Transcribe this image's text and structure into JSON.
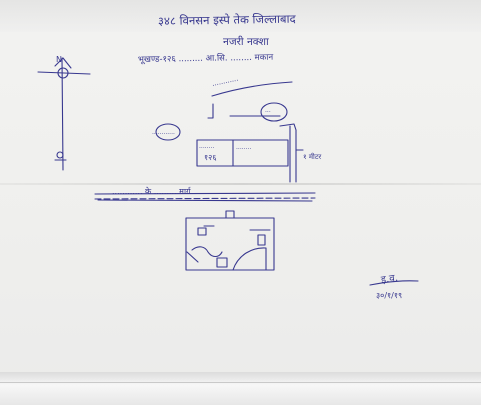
{
  "header": {
    "line1": "३४८ विनसन इस्पे तेक जिल्लाबाद",
    "line2": "नजरी नक्शा",
    "line3": "भूखण्ड-१२६ ......... आ.सि. ........ मकान"
  },
  "compass": {
    "north": "N"
  },
  "sketch_labels": {
    "top_label": "............",
    "circle_left": "............",
    "circle_right": "...",
    "box_left_a": "........",
    "box_left_b": "१२६",
    "box_right": "........",
    "side_note": "१ मीटर"
  },
  "road": {
    "label": "............ के ......... मार्ग"
  },
  "signature": {
    "line1": "इ.व.",
    "line2": "३०/१/१९"
  },
  "colors": {
    "ink": "#38388f",
    "paper": "#f1f1ef"
  }
}
